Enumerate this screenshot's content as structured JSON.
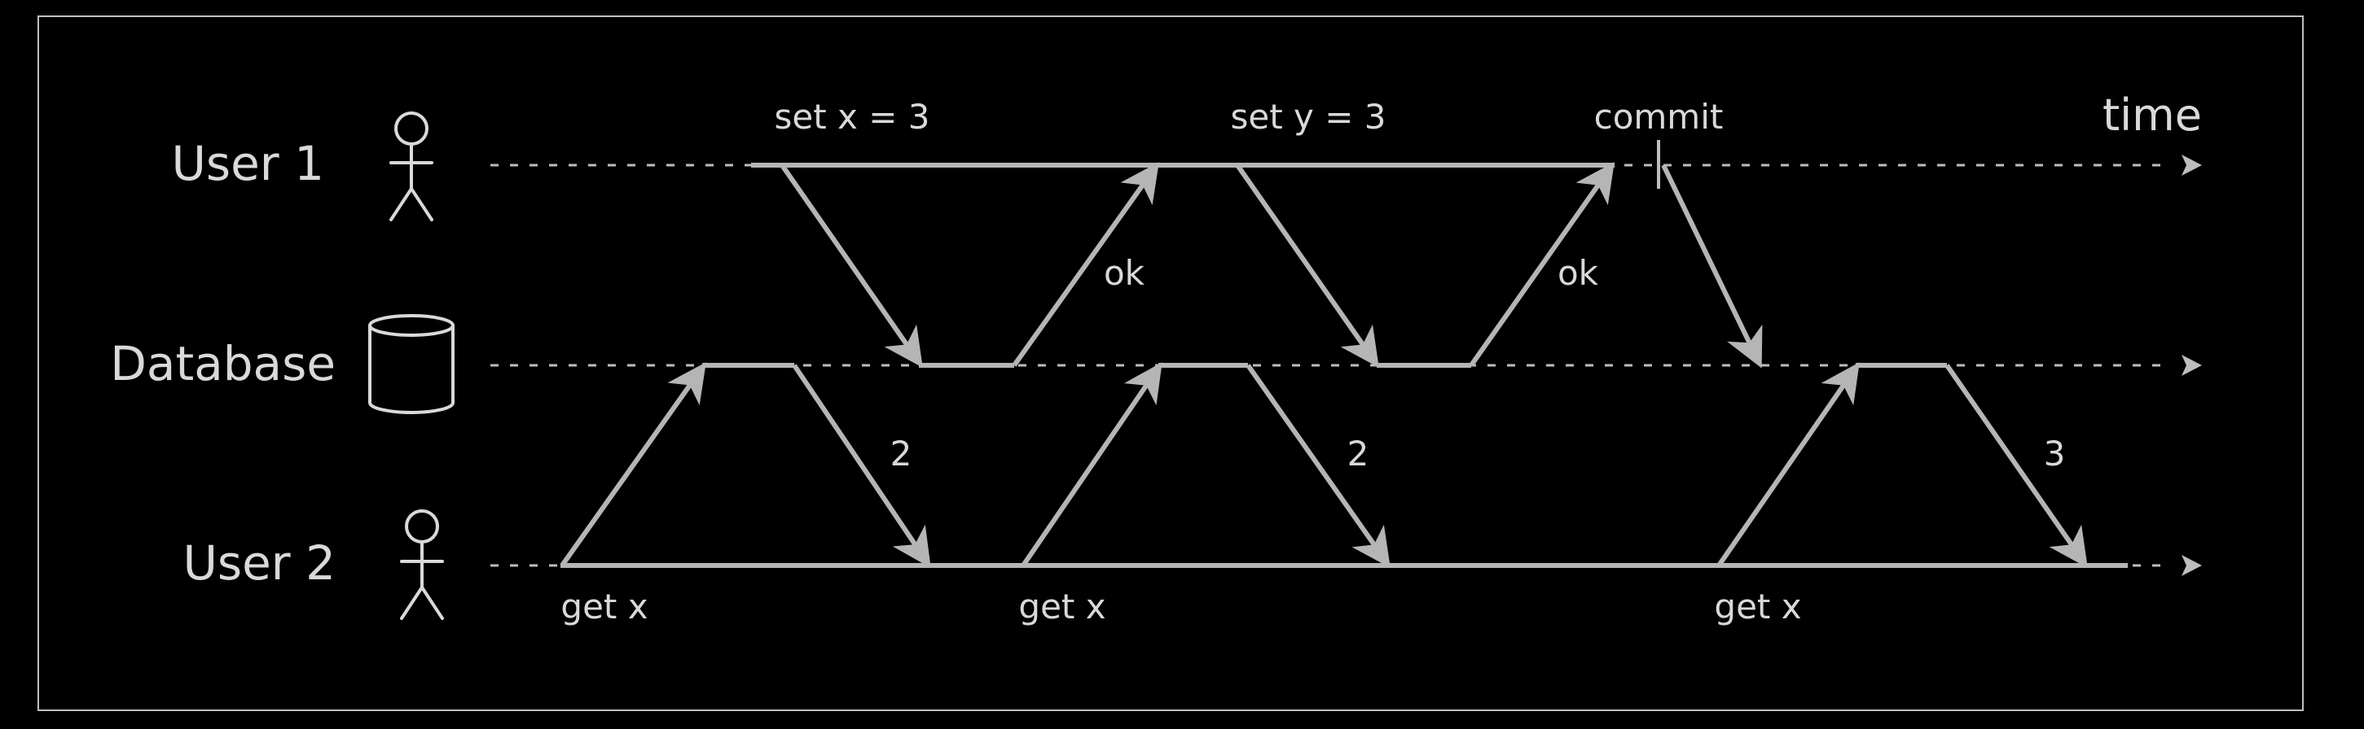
{
  "lanes": {
    "user1": "User 1",
    "database": "Database",
    "user2": "User 2"
  },
  "axis": {
    "time": "time"
  },
  "user1_ops": {
    "set_x": "set x = 3",
    "set_y": "set y = 3",
    "commit": "commit",
    "ack1": "ok",
    "ack2": "ok"
  },
  "user2_ops": {
    "get1": "get x",
    "get2": "get x",
    "get3": "get x",
    "resp1": "2",
    "resp2": "2",
    "resp3": "3"
  },
  "icons": {
    "user1": "stick-figure-icon",
    "database": "database-cylinder-icon",
    "user2": "stick-figure-icon"
  },
  "colors": {
    "background": "#000000",
    "foreground": "#d9d9d9",
    "line": "#b5b5b5"
  }
}
